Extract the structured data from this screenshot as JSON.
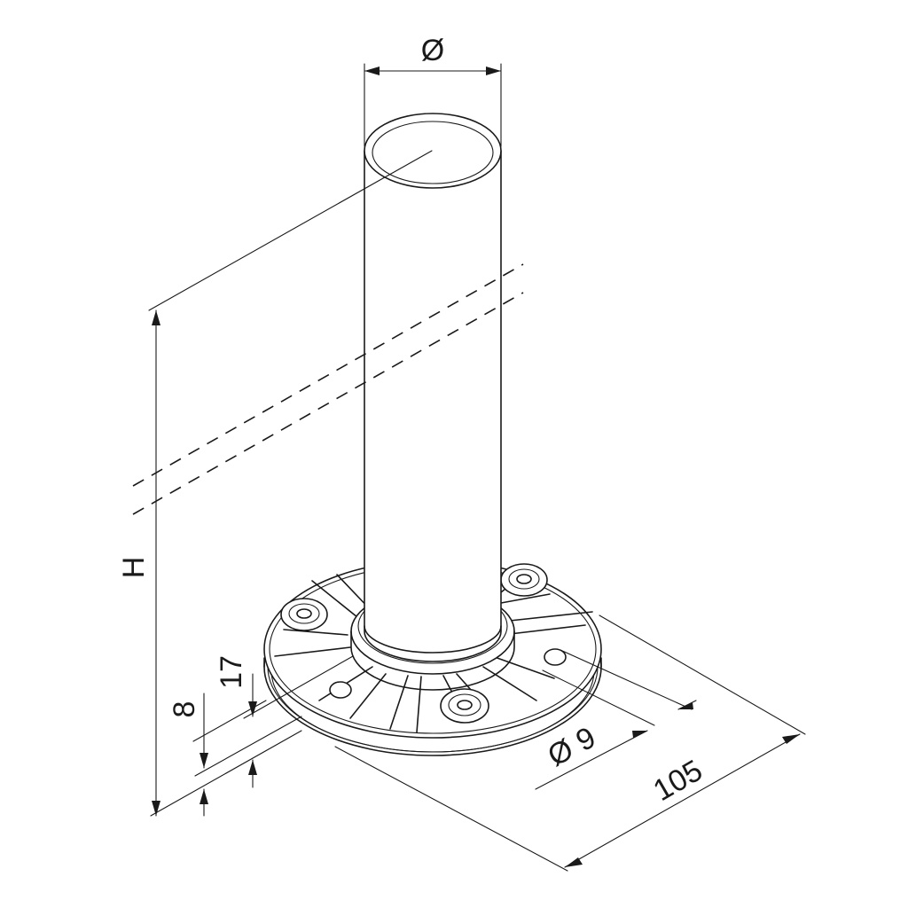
{
  "drawing": {
    "labels": {
      "tube_diameter": "Ø",
      "height": "H",
      "dim_17": "17",
      "dim_8": "8",
      "hole_diameter": "Ø 9",
      "base_width": "105"
    }
  }
}
